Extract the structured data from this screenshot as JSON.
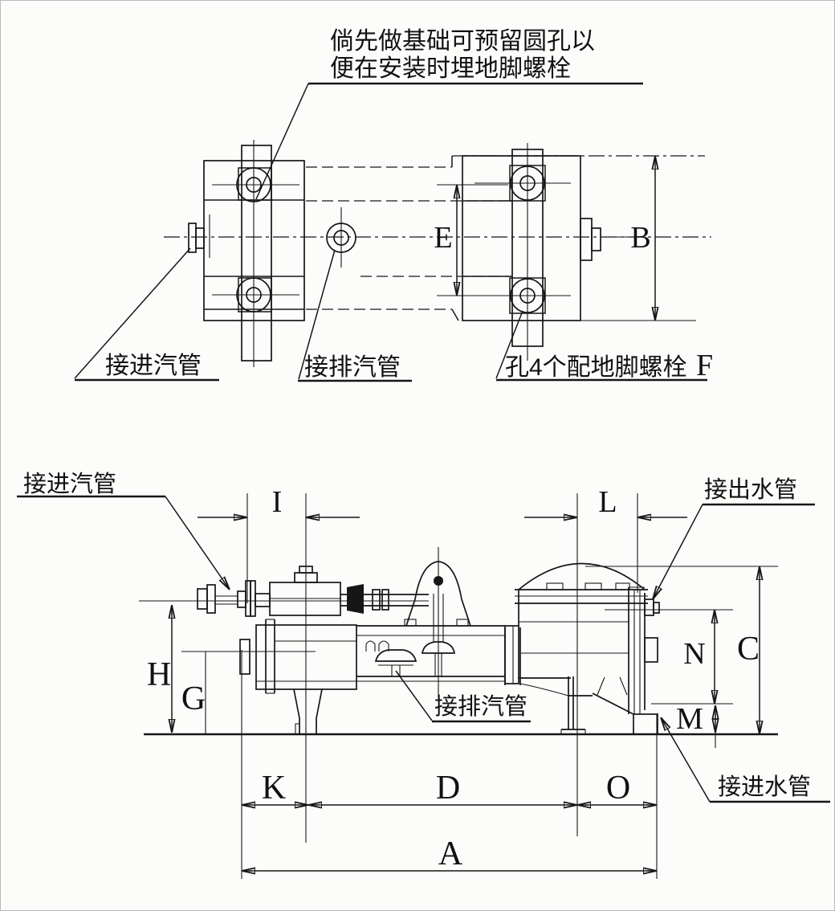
{
  "drawing": {
    "foundation_note_line1": "倘先做基础可预留圆孔以",
    "foundation_note_line2": "便在安装时埋地脚螺栓",
    "plan_view": {
      "steam_inlet_label": "接进汽管",
      "steam_exhaust_label": "接排汽管",
      "anchor_bolt_label": "孔4个配地脚螺栓",
      "dim_F": "F",
      "dim_E": "E",
      "dim_B": "B"
    },
    "side_view": {
      "steam_inlet_label": "接进汽管",
      "steam_exhaust_label": "接排汽管",
      "water_outlet_label": "接出水管",
      "water_inlet_label": "接进水管",
      "dim_I": "I",
      "dim_L": "L",
      "dim_H": "H",
      "dim_G": "G",
      "dim_N": "N",
      "dim_C": "C",
      "dim_M": "M",
      "dim_K": "K",
      "dim_D": "D",
      "dim_O": "O",
      "dim_A": "A"
    }
  }
}
